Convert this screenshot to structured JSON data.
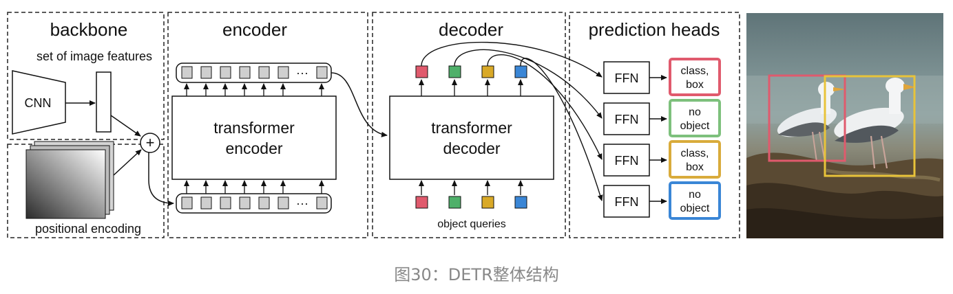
{
  "sections": {
    "backbone": "backbone",
    "encoder": "encoder",
    "decoder": "decoder",
    "prediction_heads": "prediction heads"
  },
  "backbone": {
    "features_label": "set of image features",
    "cnn_label": "CNN",
    "positional_label": "positional encoding",
    "plus_symbol": "+"
  },
  "encoder": {
    "block_line1": "transformer",
    "block_line2": "encoder",
    "ellipsis": "···"
  },
  "decoder": {
    "block_line1": "transformer",
    "block_line2": "decoder",
    "queries_label": "object queries"
  },
  "heads": [
    {
      "ffn": "FFN",
      "out_line1": "class,",
      "out_line2": "box",
      "color": "#e05a6d"
    },
    {
      "ffn": "FFN",
      "out_line1": "no",
      "out_line2": "object",
      "color": "#7dc07c"
    },
    {
      "ffn": "FFN",
      "out_line1": "class,",
      "out_line2": "box",
      "color": "#d9ab3b"
    },
    {
      "ffn": "FFN",
      "out_line1": "no",
      "out_line2": "object",
      "color": "#3a86d6"
    }
  ],
  "query_colors": [
    "#e05a6d",
    "#4fb06a",
    "#d9a927",
    "#3a86d6"
  ],
  "detection_box_colors": [
    "#e05a6d",
    "#e8c33a"
  ],
  "caption": "图30：DETR整体结构"
}
